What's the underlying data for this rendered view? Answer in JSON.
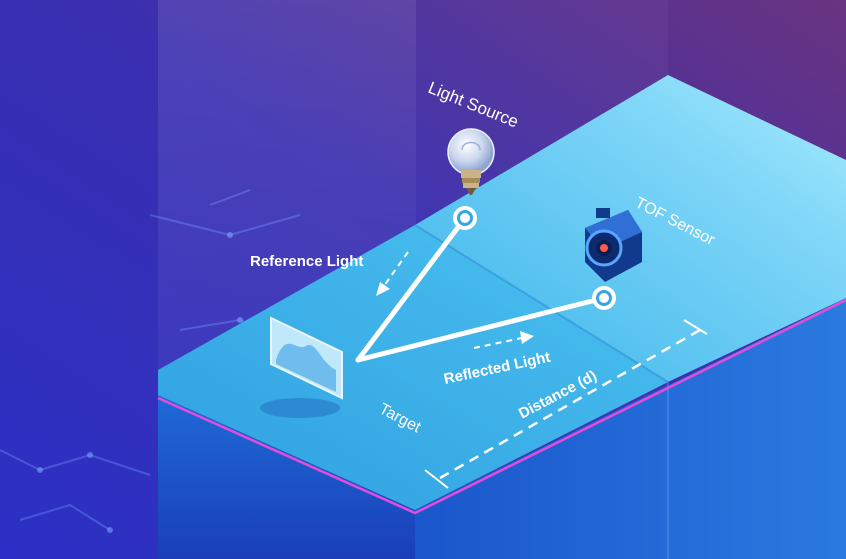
{
  "diagram": {
    "labels": {
      "light_source": "Light Source",
      "tof_sensor": "TOF Sensor",
      "reference_light": "Reference Light",
      "reflected_light": "Reflected Light",
      "distance": "Distance (d)",
      "target": "Target"
    },
    "colors": {
      "background_left": "#2b2fc4",
      "background_right": "#5a2f7a",
      "platform_top": "#39b6ec",
      "platform_top_light": "#8fe0fb",
      "platform_side": "#1c5ed0",
      "edge_accent": "#e44dd8",
      "beam": "#ffffff"
    },
    "icons": [
      "light-bulb-icon",
      "tof-sensor-camera-icon",
      "target-image-icon"
    ]
  }
}
